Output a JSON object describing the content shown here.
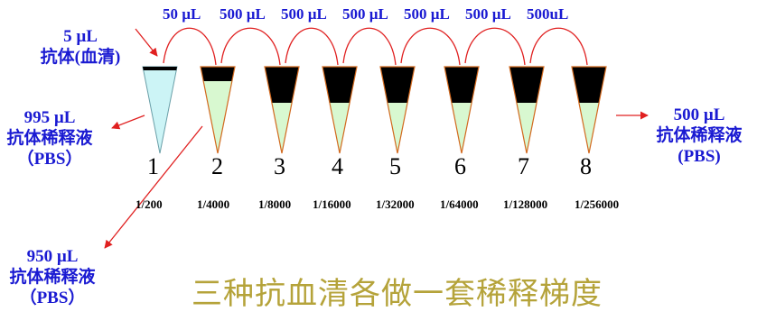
{
  "colors": {
    "label_blue": "#1a1ad2",
    "arrow_red": "#e02020",
    "serum_fill": "#ccf4f6",
    "diluted_fill": "#d8f8d0",
    "black_fill": "#000000",
    "caption_olive": "#b5a33a"
  },
  "serum_label": {
    "volume": "5 µL",
    "name": "抗体(血清)"
  },
  "tube1_diluent": {
    "volume": "995 µL",
    "name": "抗体稀释液",
    "buffer": "（PBS）"
  },
  "tube2_diluent": {
    "volume": "950 µL",
    "name": "抗体稀释液",
    "buffer": "（PBS）"
  },
  "right_diluent": {
    "volume": "500 µL",
    "name": "抗体稀释液",
    "buffer": "(PBS)"
  },
  "transfers": [
    "50 µL",
    "500 µL",
    "500 µL",
    "500 µL",
    "500 µL",
    "500 µL",
    "500uL"
  ],
  "tubes": [
    {
      "number": "1",
      "ratio": "1/200"
    },
    {
      "number": "2",
      "ratio": "1/4000"
    },
    {
      "number": "3",
      "ratio": "1/8000"
    },
    {
      "number": "4",
      "ratio": "1/16000"
    },
    {
      "number": "5",
      "ratio": "1/32000"
    },
    {
      "number": "6",
      "ratio": "1/64000"
    },
    {
      "number": "7",
      "ratio": "1/128000"
    },
    {
      "number": "8",
      "ratio": "1/256000"
    }
  ],
  "caption": "三种抗血清各做一套稀释梯度"
}
